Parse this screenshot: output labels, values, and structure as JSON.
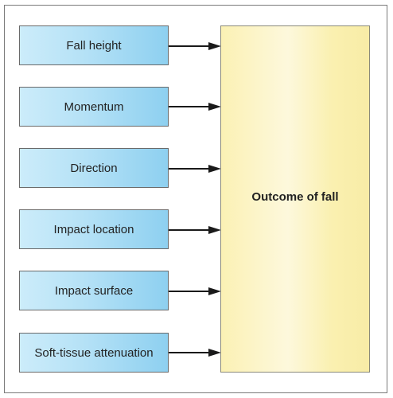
{
  "factors": [
    {
      "label": "Fall height"
    },
    {
      "label": "Momentum"
    },
    {
      "label": "Direction"
    },
    {
      "label": "Impact location"
    },
    {
      "label": "Impact surface"
    },
    {
      "label": "Soft-tissue attenuation"
    }
  ],
  "outcome": {
    "label": "Outcome of fall"
  },
  "colors": {
    "factor_fill": "#b4e1f6",
    "outcome_fill": "#fdf8dc",
    "arrow": "#1a1a1a"
  }
}
